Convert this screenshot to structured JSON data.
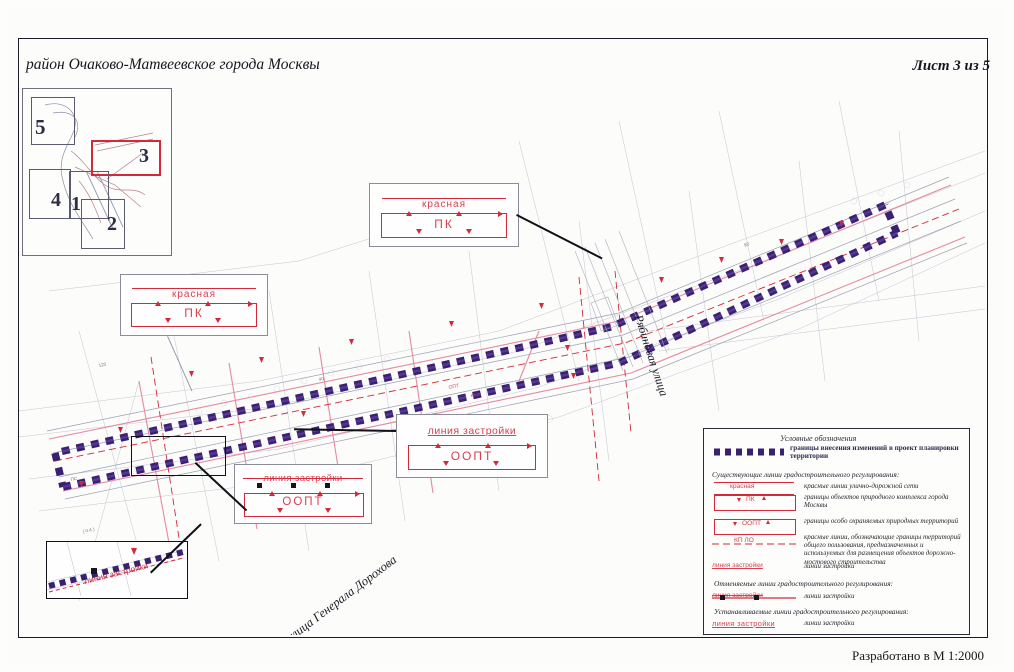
{
  "document": {
    "title": "район Очаково-Матвеевское города Москвы",
    "sheet_label": "Лист 3 из 5",
    "footer": "Разработано в М 1:2000"
  },
  "keymap": {
    "name": "key-map",
    "sheets": [
      {
        "number": "5",
        "highlighted": false
      },
      {
        "number": "3",
        "highlighted": true
      },
      {
        "number": "4",
        "highlighted": false
      },
      {
        "number": "1",
        "highlighted": false
      },
      {
        "number": "2",
        "highlighted": false
      }
    ]
  },
  "callouts": [
    {
      "id": "callout-krasnaya-pk-top",
      "top_label": "красная",
      "box_label": "ПК",
      "top_style": "line"
    },
    {
      "id": "callout-krasnaya-pk-left",
      "top_label": "красная",
      "box_label": "ПК",
      "top_style": "line"
    },
    {
      "id": "callout-liniya-ooptm-right",
      "top_label": "линия застройки",
      "box_label": "ООПТ",
      "top_style": "underline"
    },
    {
      "id": "callout-liniya-oopt-mid",
      "top_label": "линия застройки",
      "box_label": "ООПТ",
      "top_style": "strikethrough"
    },
    {
      "id": "callout-detail-bottom-left",
      "top_label": "линия застройки",
      "box_label": "",
      "top_style": "inset"
    }
  ],
  "map": {
    "street_labels": [
      {
        "name": "street-label-ryabinovaya",
        "text": "Рябиновая улица",
        "rotation": 72
      },
      {
        "name": "street-label-generala-dorohova",
        "text": "улица Генерала Дорохова",
        "rotation": -37
      }
    ]
  },
  "legend": {
    "title": "Условные обозначения",
    "boundary_entry": "границы внесения изменений в проект планировки территории",
    "sections": [
      {
        "heading": "Существующие линии градостроительного регулирования:",
        "entries": [
          {
            "symbol": "krasnaya-line",
            "symbol_text": "красная",
            "description": "красные линии улично-дорожной сети"
          },
          {
            "symbol": "pk-box",
            "symbol_text": "ПК",
            "description": "границы объектов природного комплекса города Москвы"
          },
          {
            "symbol": "oopt-box",
            "symbol_text": "ООПТ",
            "description": "границы особо охраняемых природных территорий"
          },
          {
            "symbol": "kp-lo-line",
            "symbol_text": "КП ЛО",
            "description": "красные линии, обозначающие границы территорий общего пользования, предназначенных и используемых для размещения объектов дорожно-мостового строительства"
          },
          {
            "symbol": "liniya-zastroyki-line",
            "symbol_text": "линия застройки",
            "description": "линии застройки"
          }
        ]
      },
      {
        "heading": "Отменяемые линии градостроительного регулирования:",
        "entries": [
          {
            "symbol": "cancelled-liniya-zastroyki",
            "symbol_text": "линия застройки",
            "description": "линии застройки"
          }
        ]
      },
      {
        "heading": "Устанавливаемые линии градостроительного регулирования:",
        "entries": [
          {
            "symbol": "new-liniya-zastroyki",
            "symbol_text": "линия застройки",
            "description": "линии застройки"
          }
        ]
      }
    ]
  },
  "colors": {
    "boundary_purple": "#3a2070",
    "red_line": "#d4293a",
    "pink_line": "#e06c8a",
    "ink": "#1a1a2a",
    "paper": "#fcfcfa"
  }
}
